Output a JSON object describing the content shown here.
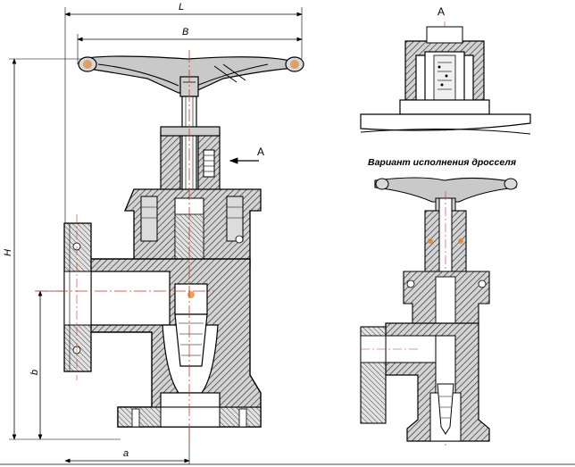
{
  "dimensions": {
    "L": "L",
    "B": "B",
    "H": "H",
    "b": "b",
    "a": "a"
  },
  "view_marker": "A",
  "view_title": "A",
  "variant_caption": "Вариант исполнения дросселя",
  "colors": {
    "line": "#000000",
    "hatch": "#333333",
    "body_fill": "#c9c9c9",
    "section_fill": "#ffffff",
    "center_line": "#c0392b",
    "accent": "#e07a1f"
  }
}
